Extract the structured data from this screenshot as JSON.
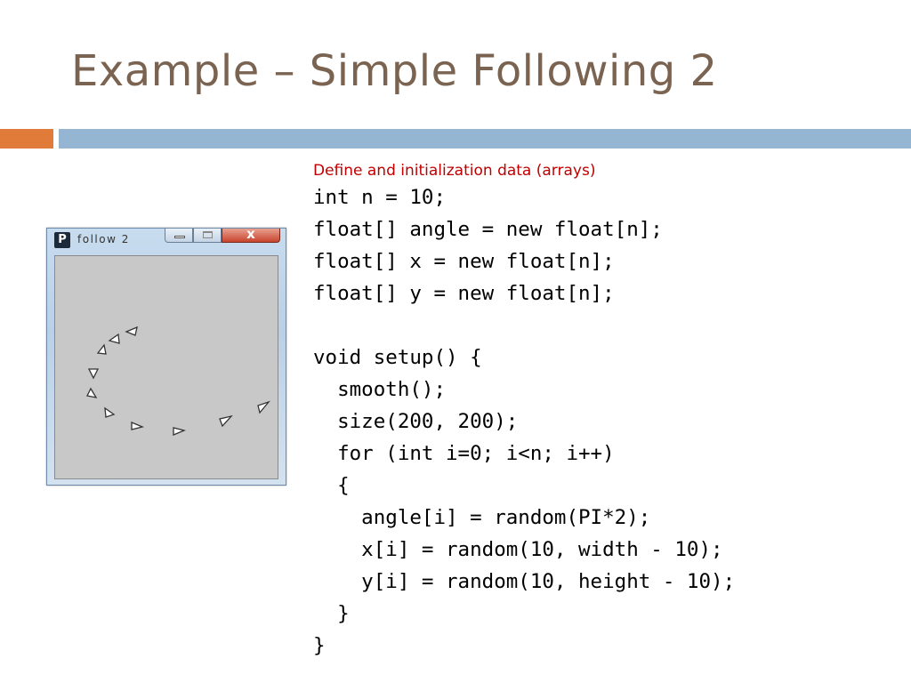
{
  "slide": {
    "title": "Example – Simple Following 2",
    "caption": "Define and initialization data (arrays)",
    "accent_orange": "#e07b39",
    "accent_blue": "#94b6d2",
    "title_color": "#7a6350",
    "caption_color": "#c00000"
  },
  "code_lines": [
    "int n = 10;",
    "float[] angle = new float[n];",
    "float[] x = new float[n];",
    "float[] y = new float[n];",
    "",
    "void setup() {",
    "  smooth();",
    "  size(200, 200);",
    "  for (int i=0; i<n; i++)",
    "  {",
    "    angle[i] = random(PI*2);",
    "    x[i] = random(10, width - 10);",
    "    y[i] = random(10, height - 10);",
    "  }",
    "}"
  ],
  "sketch_window": {
    "title": "follow 2",
    "icon": "processing-app-icon",
    "background_color": "#c8c8c8"
  }
}
